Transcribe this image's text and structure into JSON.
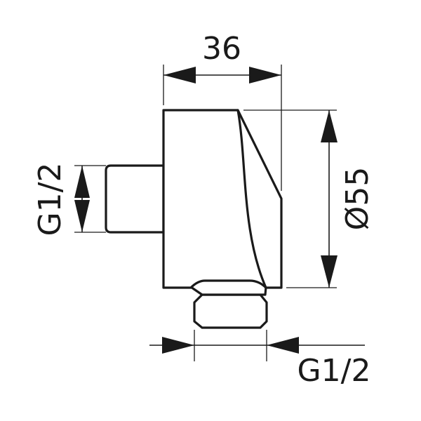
{
  "dimensions": {
    "width_label": "36",
    "diameter_label": "Ø55",
    "left_thread_label": "G1/2",
    "bottom_thread_label": "G1/2"
  },
  "colors": {
    "line": "#1a1a1a",
    "background": "#ffffff"
  }
}
